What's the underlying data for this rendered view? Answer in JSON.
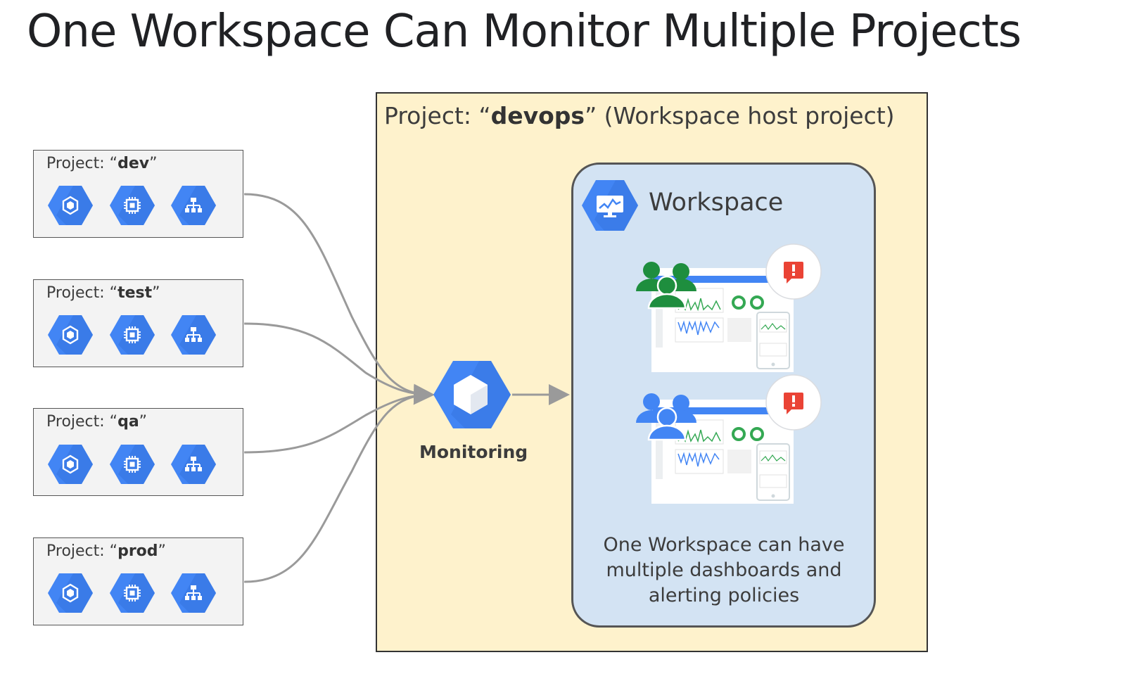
{
  "title": "One Workspace Can Monitor Multiple Projects",
  "projects": [
    {
      "prefix": "Project: “",
      "name": "dev",
      "suffix": "”"
    },
    {
      "prefix": "Project: “",
      "name": "test",
      "suffix": "”"
    },
    {
      "prefix": "Project: “",
      "name": "qa",
      "suffix": "”"
    },
    {
      "prefix": "Project: “",
      "name": "prod",
      "suffix": "”"
    }
  ],
  "project_icons": [
    "kubernetes-engine-icon",
    "compute-engine-icon",
    "load-balancing-icon"
  ],
  "host": {
    "prefix": "Project: “",
    "name": "devops",
    "suffix": "” (Workspace host project)"
  },
  "monitoring": {
    "label": "Monitoring",
    "icon": "monitoring-icon"
  },
  "workspace": {
    "label": "Workspace",
    "icon": "workspace-monitor-icon",
    "caption_lines": [
      "One Workspace can have",
      "multiple dashboards and",
      "alerting policies"
    ],
    "dashboards": [
      {
        "team_icon": "team-icon",
        "team_color": "#1e8e3e",
        "alert_icon": "alert-icon"
      },
      {
        "team_icon": "team-icon",
        "team_color": "#4285f4",
        "alert_icon": "alert-icon"
      }
    ]
  },
  "colors": {
    "hex_blue": "#4285f4",
    "host_fill": "#fef2cc",
    "workspace_fill": "#d3e3f3",
    "project_fill": "#f3f3f3",
    "connector": "#9a9a9a",
    "alert_red": "#ea4335"
  }
}
